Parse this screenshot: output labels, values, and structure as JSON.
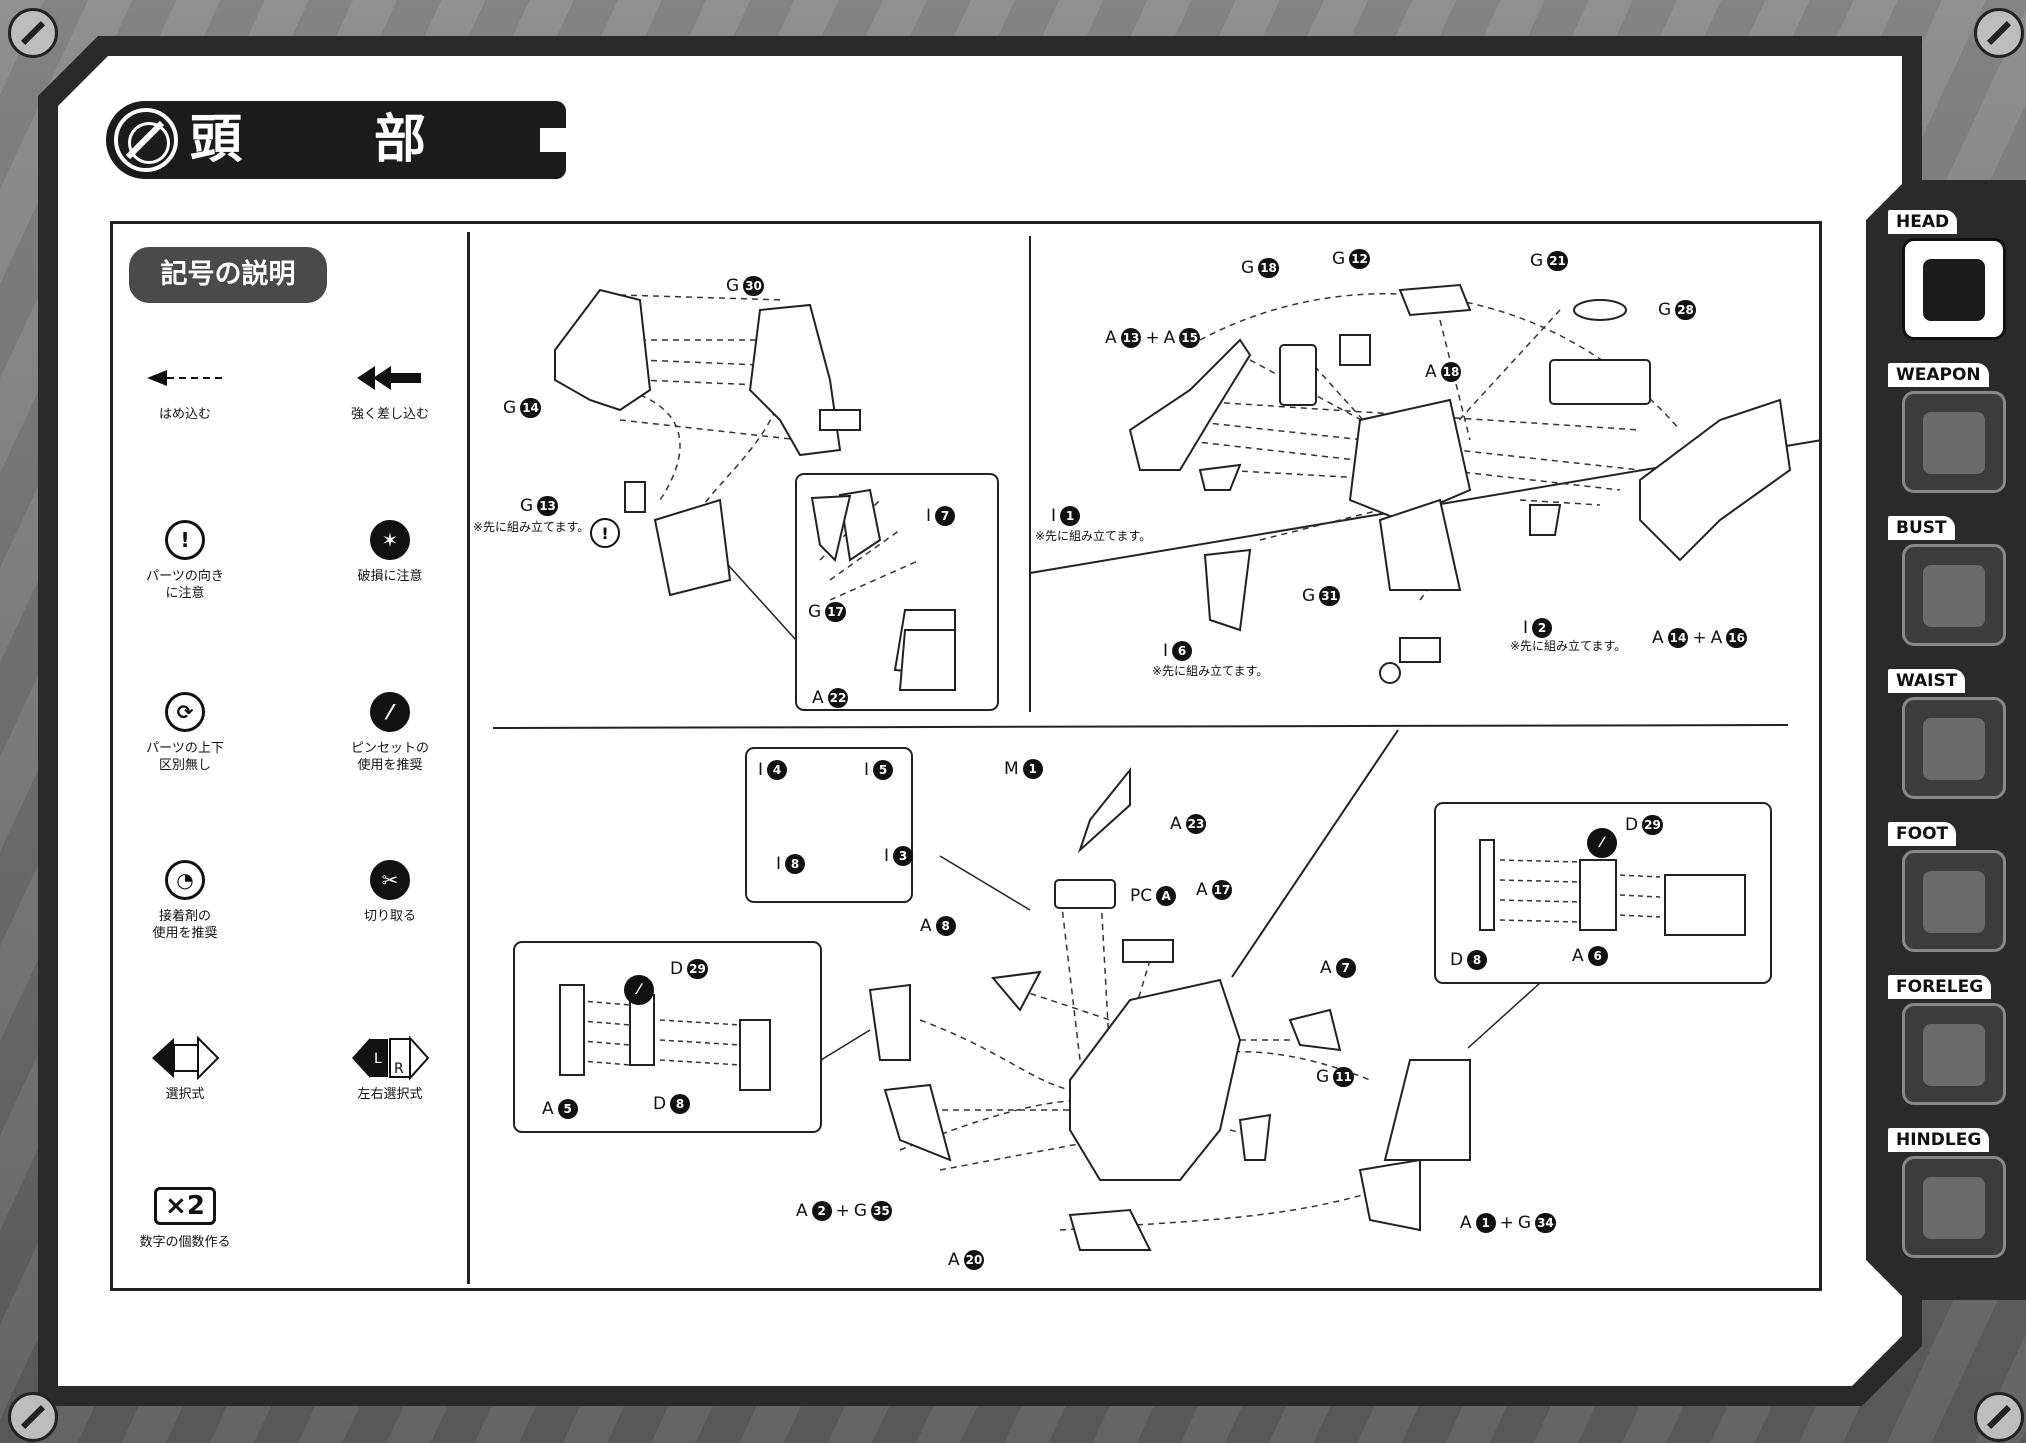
{
  "page": {
    "title": "頭　部"
  },
  "legend": {
    "heading": "記号の説明",
    "symbols": [
      {
        "id": "push-in",
        "icon": "dashed-arrow-icon",
        "label": "はめ込む"
      },
      {
        "id": "push-hard",
        "icon": "double-arrow-icon",
        "label": "強く差し込む"
      },
      {
        "id": "orientation",
        "icon": "exclamation-icon",
        "label": "パーツの向き\nに注意"
      },
      {
        "id": "damage",
        "icon": "damage-icon",
        "label": "破損に注意"
      },
      {
        "id": "no-updown",
        "icon": "rotate-icon",
        "label": "パーツの上下\n区別無し"
      },
      {
        "id": "tweezers",
        "icon": "tweezers-icon",
        "label": "ピンセットの\n使用を推奨"
      },
      {
        "id": "glue",
        "icon": "glue-icon",
        "label": "接着剤の\n使用を推奨"
      },
      {
        "id": "cut",
        "icon": "cut-icon",
        "label": "切り取る"
      },
      {
        "id": "select",
        "icon": "select-icon",
        "label": "選択式"
      },
      {
        "id": "lr-select",
        "icon": "lr-select-icon",
        "label": "左右選択式"
      },
      {
        "id": "make-count",
        "icon": "x2-icon",
        "label": "数字の個数作る",
        "badge": "×2"
      }
    ]
  },
  "notes": {
    "pre_assemble": "※先に組み立てます。"
  },
  "panel1": {
    "labels": [
      {
        "letter": "G",
        "num": "30"
      },
      {
        "letter": "G",
        "num": "14"
      },
      {
        "letter": "G",
        "num": "13"
      },
      {
        "letter": "I",
        "num": "7"
      },
      {
        "letter": "G",
        "num": "17"
      },
      {
        "letter": "A",
        "num": "22"
      }
    ]
  },
  "panel2": {
    "labels": [
      {
        "letter": "G",
        "num": "18"
      },
      {
        "letter": "G",
        "num": "12"
      },
      {
        "letter": "G",
        "num": "21"
      },
      {
        "letter": "G",
        "num": "28"
      },
      {
        "letter": "A",
        "num": "13",
        "plus": "A",
        "num2": "15"
      },
      {
        "letter": "A",
        "num": "18"
      },
      {
        "letter": "I",
        "num": "1"
      },
      {
        "letter": "I",
        "num": "6"
      },
      {
        "letter": "G",
        "num": "31"
      },
      {
        "letter": "I",
        "num": "2"
      },
      {
        "letter": "A",
        "num": "14",
        "plus": "A",
        "num2": "16"
      }
    ]
  },
  "panel3": {
    "labels": [
      {
        "letter": "I",
        "num": "4"
      },
      {
        "letter": "I",
        "num": "5"
      },
      {
        "letter": "I",
        "num": "8"
      },
      {
        "letter": "I",
        "num": "3"
      },
      {
        "letter": "M",
        "num": "1"
      },
      {
        "letter": "A",
        "num": "23"
      },
      {
        "letter": "PC",
        "num": "A"
      },
      {
        "letter": "A",
        "num": "17"
      },
      {
        "letter": "A",
        "num": "8"
      },
      {
        "letter": "A",
        "num": "7"
      },
      {
        "letter": "D",
        "num": "29"
      },
      {
        "letter": "A",
        "num": "5"
      },
      {
        "letter": "D",
        "num": "8"
      },
      {
        "letter": "G",
        "num": "11"
      },
      {
        "letter": "A",
        "num": "2",
        "plus": "G",
        "num2": "35"
      },
      {
        "letter": "A",
        "num": "20"
      },
      {
        "letter": "A",
        "num": "1",
        "plus": "G",
        "num2": "34"
      },
      {
        "letter": "D",
        "num": "29"
      },
      {
        "letter": "D",
        "num": "8"
      },
      {
        "letter": "A",
        "num": "6"
      }
    ]
  },
  "nav": {
    "items": [
      {
        "label": "HEAD",
        "icon": "head-icon",
        "active": true
      },
      {
        "label": "WEAPON",
        "icon": "weapon-icon",
        "active": false
      },
      {
        "label": "BUST",
        "icon": "bust-icon",
        "active": false
      },
      {
        "label": "WAIST",
        "icon": "waist-icon",
        "active": false
      },
      {
        "label": "FOOT",
        "icon": "foot-icon",
        "active": false
      },
      {
        "label": "FORELEG",
        "icon": "foreleg-icon",
        "active": false
      },
      {
        "label": "HINDLEG",
        "icon": "hindleg-icon",
        "active": false
      }
    ]
  }
}
